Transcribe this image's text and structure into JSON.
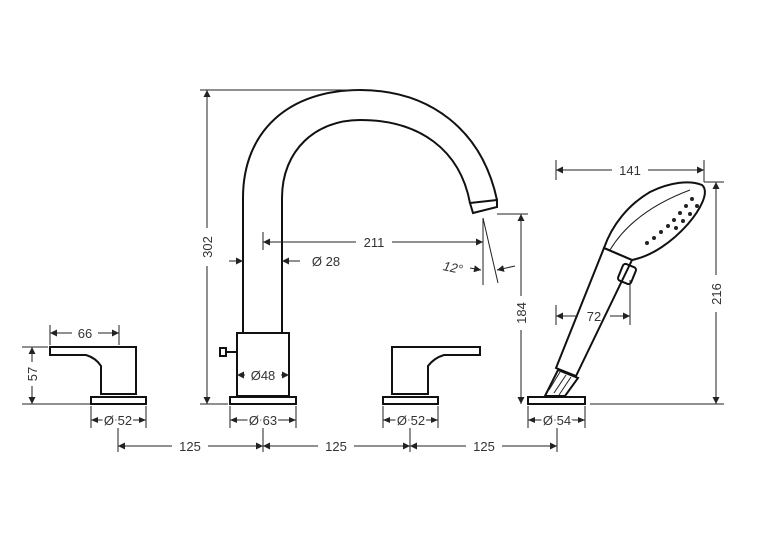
{
  "labels": {
    "spout_height": "302",
    "spout_reach": "211",
    "pipe_diameter": "Ø 28",
    "spout_angle": "12°",
    "spout_outlet_height": "184",
    "hand_shower_length": "141",
    "hand_shower_height": "216",
    "hand_shower_width": "72",
    "handle_length": "66",
    "handle_height": "57",
    "base_left": "Ø 52",
    "base_spout": "Ø 63",
    "spout_body": "Ø48",
    "base_right": "Ø 52",
    "base_shower": "Ø 54",
    "spacing_1": "125",
    "spacing_2": "125",
    "spacing_3": "125"
  },
  "colors": {
    "line": "#222222",
    "text": "#333333",
    "background": "#ffffff"
  }
}
